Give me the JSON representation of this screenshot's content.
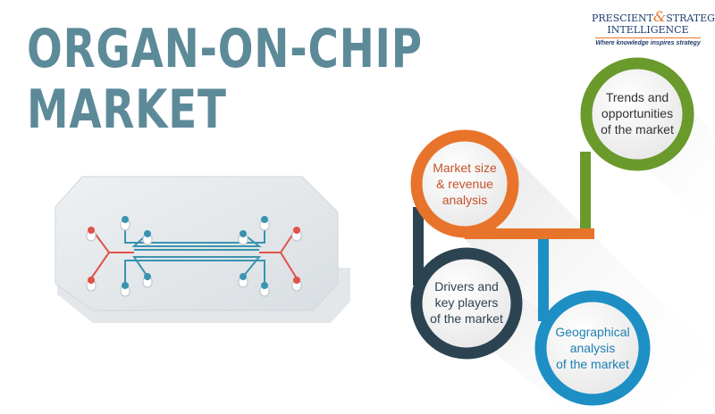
{
  "title": {
    "line1": "ORGAN-ON-CHIP",
    "line2": "MARKET"
  },
  "logo": {
    "line1_a": "PRESCIENT",
    "ampersand": "&",
    "line1_b": "STRATEGIC",
    "line2": "INTELLIGENCE",
    "tagline": "Where knowledge inspires strategy"
  },
  "bubbles": {
    "market_size": {
      "line1": "Market size",
      "line2": "& revenue",
      "line3": "analysis",
      "color": "#e8732a"
    },
    "trends": {
      "line1": "Trends and",
      "line2": "opportunities",
      "line3": "of the market",
      "color": "#6a9a2c"
    },
    "drivers": {
      "line1": "Drivers and",
      "line2": "key players",
      "line3": "of the market",
      "color": "#2c4452"
    },
    "geographical": {
      "line1": "Geographical",
      "line2": "analysis",
      "line3": "of the market",
      "color": "#1d8fc4"
    }
  },
  "colors": {
    "title": "#5d8a99",
    "chip_red": "#e0524a",
    "chip_teal": "#3a94b0"
  }
}
